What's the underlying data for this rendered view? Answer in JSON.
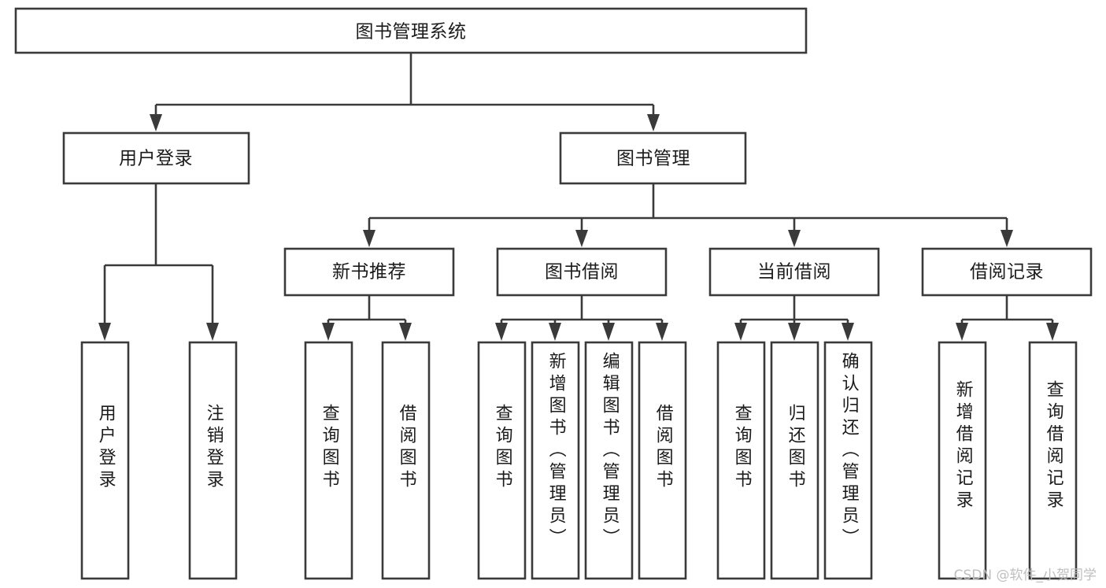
{
  "diagram": {
    "title": "图书管理系统",
    "type": "hierarchy-tree",
    "root": {
      "id": "root",
      "label": "图书管理系统",
      "orientation": "horizontal"
    },
    "level2": [
      {
        "id": "user-login",
        "label": "用户登录",
        "orientation": "horizontal"
      },
      {
        "id": "book-manage",
        "label": "图书管理",
        "orientation": "horizontal"
      }
    ],
    "level3": [
      {
        "id": "new-book-recommend",
        "label": "新书推荐",
        "orientation": "horizontal"
      },
      {
        "id": "book-borrow",
        "label": "图书借阅",
        "orientation": "horizontal"
      },
      {
        "id": "current-borrow",
        "label": "当前借阅",
        "orientation": "horizontal"
      },
      {
        "id": "borrow-record",
        "label": "借阅记录",
        "orientation": "horizontal"
      }
    ],
    "leaves": [
      {
        "id": "leaf-user-login",
        "label": "用户登录",
        "parent": "user-login",
        "orientation": "vertical"
      },
      {
        "id": "leaf-user-logout",
        "label": "注销登录",
        "parent": "user-login",
        "orientation": "vertical"
      },
      {
        "id": "leaf-query-book-1",
        "label": "查询图书",
        "parent": "new-book-recommend",
        "orientation": "vertical"
      },
      {
        "id": "leaf-borrow-book-1",
        "label": "借阅图书",
        "parent": "new-book-recommend",
        "orientation": "vertical"
      },
      {
        "id": "leaf-query-book-2",
        "label": "查询图书",
        "parent": "book-borrow",
        "orientation": "vertical"
      },
      {
        "id": "leaf-add-book",
        "label": "新增图书（管理员）",
        "parent": "book-borrow",
        "orientation": "vertical"
      },
      {
        "id": "leaf-edit-book",
        "label": "编辑图书（管理员）",
        "parent": "book-borrow",
        "orientation": "vertical"
      },
      {
        "id": "leaf-borrow-book-2",
        "label": "借阅图书",
        "parent": "book-borrow",
        "orientation": "vertical"
      },
      {
        "id": "leaf-query-book-3",
        "label": "查询图书",
        "parent": "current-borrow",
        "orientation": "vertical"
      },
      {
        "id": "leaf-return-book",
        "label": "归还图书",
        "parent": "current-borrow",
        "orientation": "vertical"
      },
      {
        "id": "leaf-confirm-return",
        "label": "确认归还（管理员）",
        "parent": "current-borrow",
        "orientation": "vertical"
      },
      {
        "id": "leaf-add-record",
        "label": "新增借阅记录",
        "parent": "borrow-record",
        "orientation": "vertical"
      },
      {
        "id": "leaf-query-record",
        "label": "查询借阅记录",
        "parent": "borrow-record",
        "orientation": "vertical"
      }
    ],
    "colors": {
      "stroke": "#3a3a3a",
      "fill": "#ffffff",
      "text": "#1b1b1b",
      "watermark": "#bfbfbf"
    }
  },
  "watermark": {
    "text": "CSDN @软件_小贺同学"
  }
}
